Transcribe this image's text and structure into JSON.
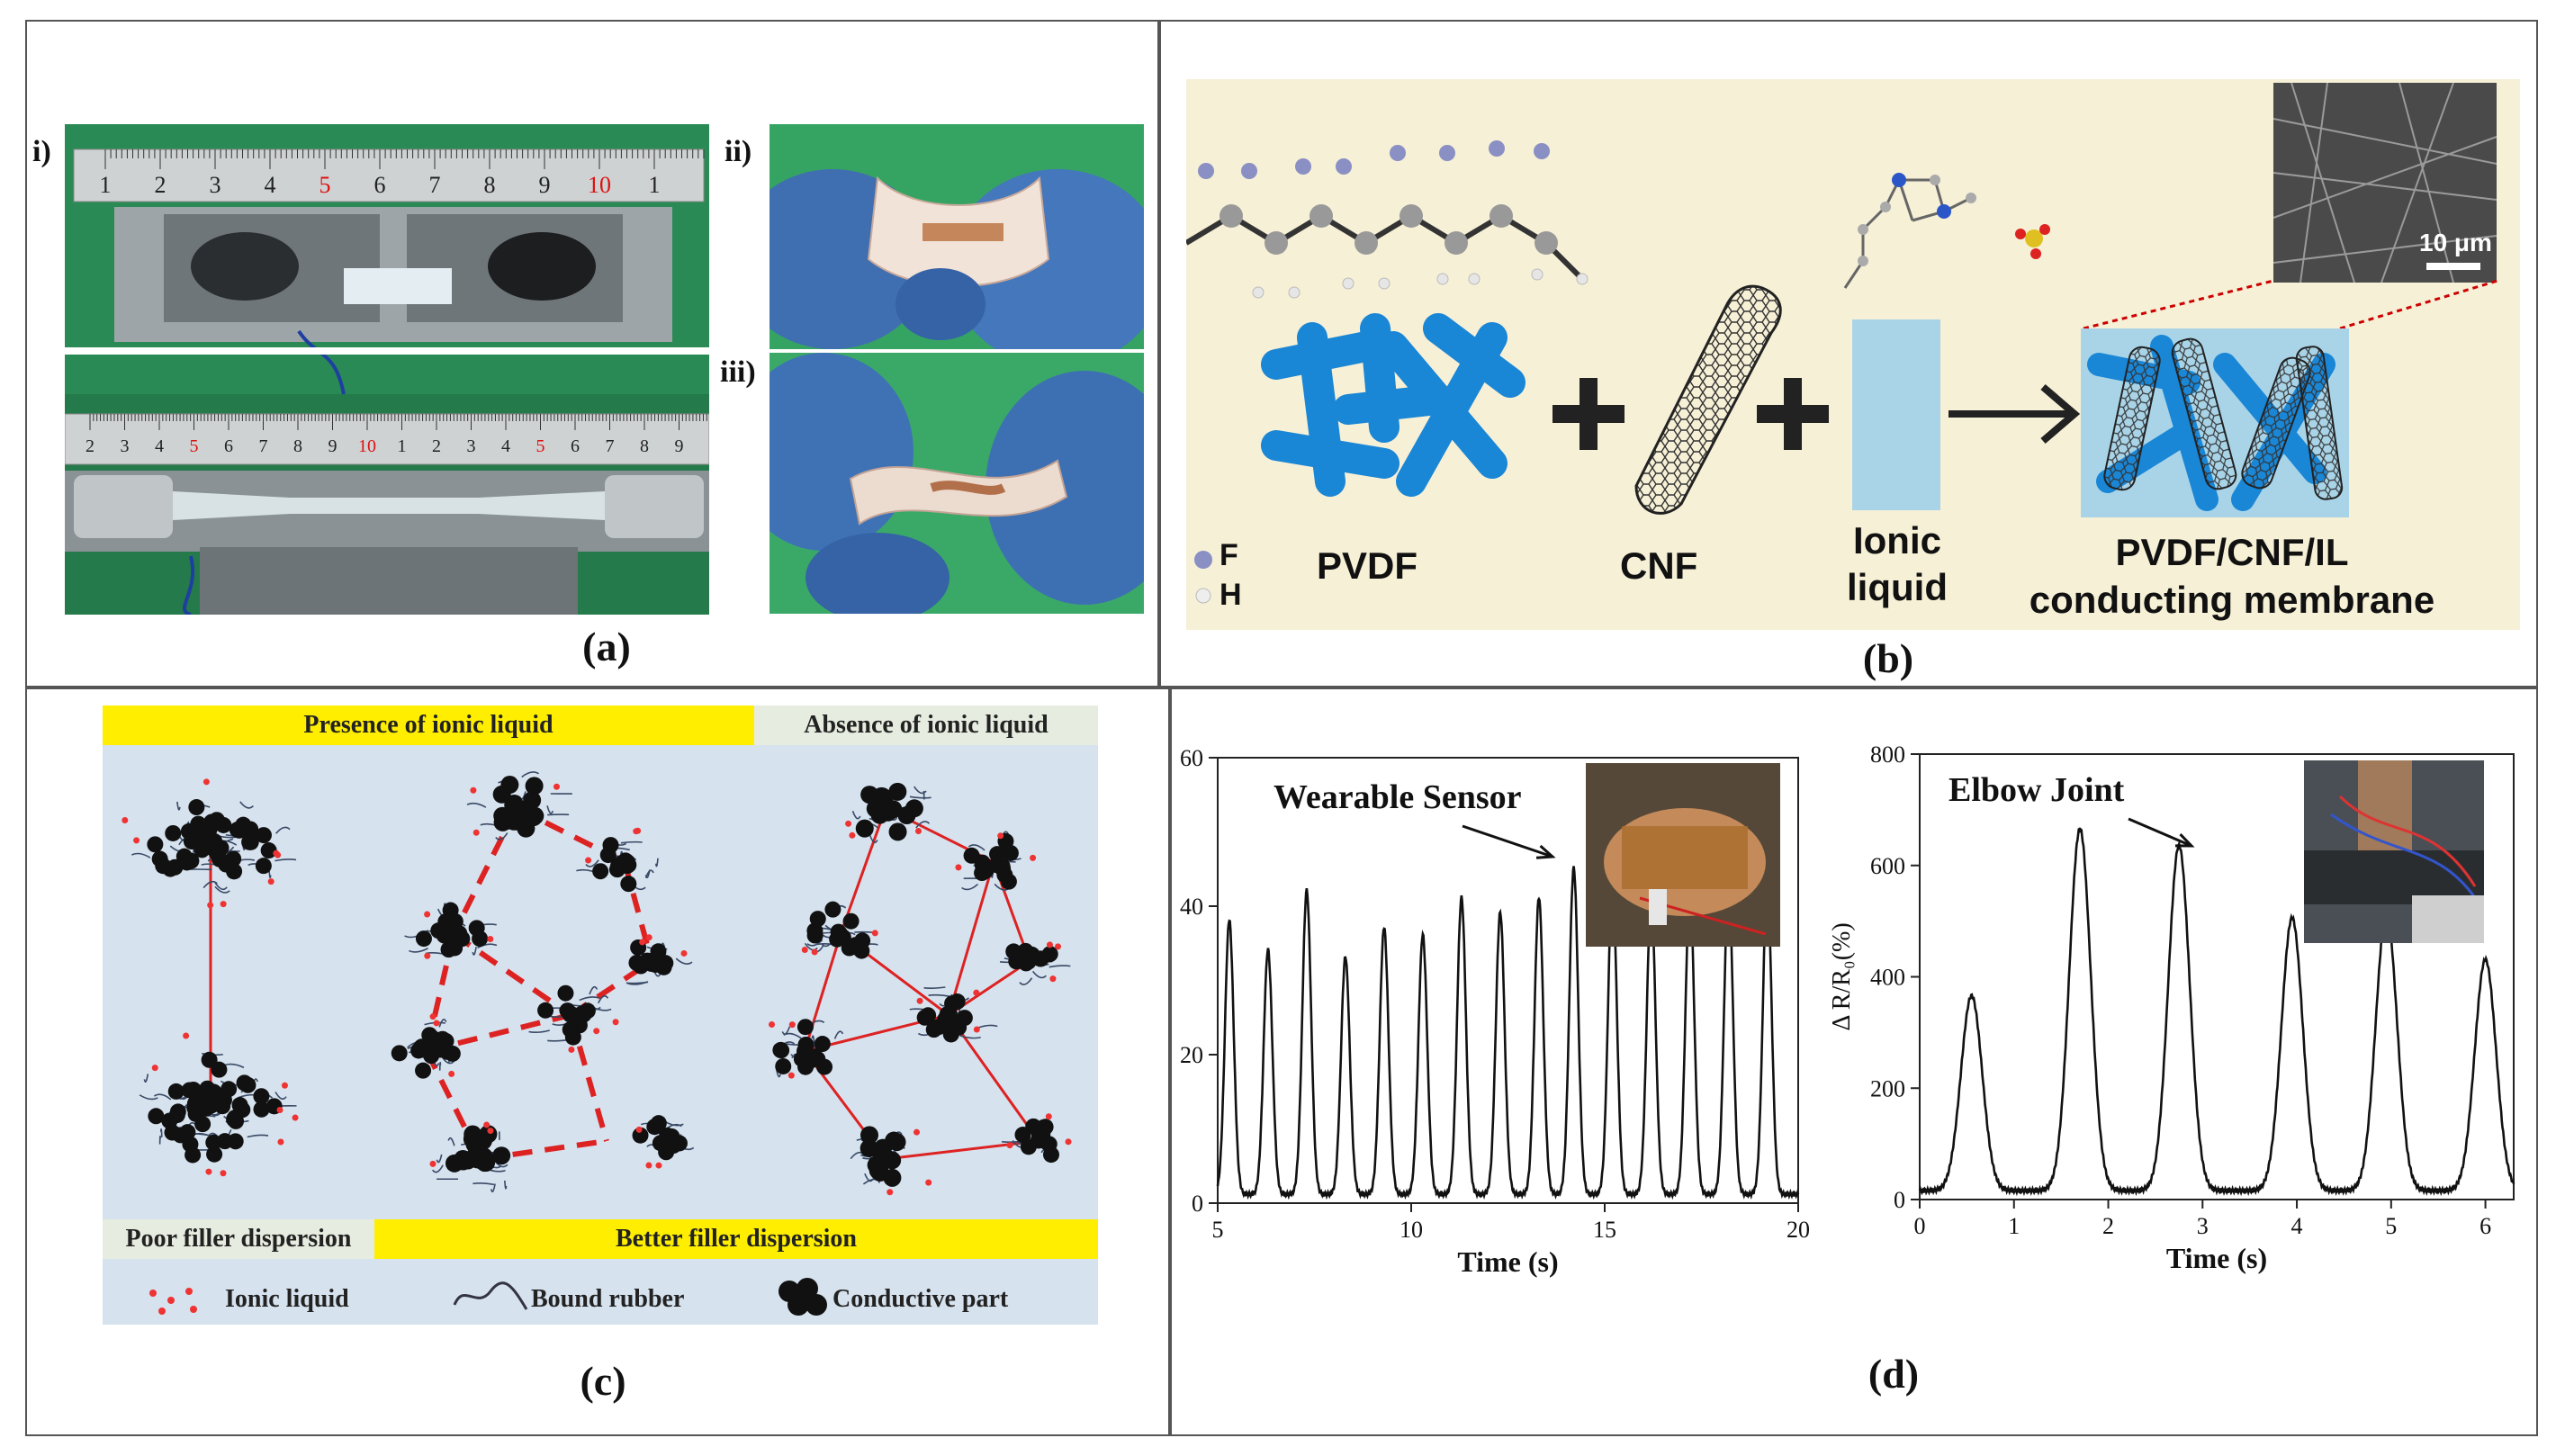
{
  "panel_a": {
    "caption": "(a)",
    "labels": [
      "i)",
      "ii)",
      "iii)"
    ],
    "ruler_top_numbers": [
      "1",
      "2",
      "3",
      "4",
      "5",
      "6",
      "7",
      "8",
      "9",
      "10",
      "1"
    ],
    "ruler_bottom_numbers": [
      "2",
      "3",
      "4",
      "5",
      "6",
      "7",
      "8",
      "9",
      "10",
      "1",
      "2",
      "3",
      "4",
      "5",
      "6",
      "7",
      "8",
      "9"
    ]
  },
  "panel_b": {
    "caption": "(b)",
    "atom_f": "F",
    "atom_h": "H",
    "pvdf": "PVDF",
    "cnf": "CNF",
    "ionic_liquid": "Ionic liquid",
    "product_line1": "PVDF/CNF/IL",
    "product_line2": "conducting membrane",
    "scale_bar": "10 μm"
  },
  "panel_c": {
    "caption": "(c)",
    "presence": "Presence of ionic liquid",
    "absence": "Absence of ionic liquid",
    "poor": "Poor filler dispersion",
    "better": "Better filler dispersion",
    "legend_il": "Ionic liquid",
    "legend_rubber": "Bound rubber",
    "legend_conductive": "Conductive part"
  },
  "panel_d": {
    "caption": "(d)",
    "colors": {
      "line": "#111111"
    },
    "chart_data": [
      {
        "type": "line",
        "annotation": "Wearable Sensor",
        "xlabel": "Time (s)",
        "ylabel": "",
        "xlim": [
          5,
          20
        ],
        "ylim": [
          0,
          60
        ],
        "xticks": [
          "5",
          "10",
          "15",
          "20"
        ],
        "yticks": [
          "0",
          "20",
          "40",
          "60"
        ],
        "peaks": [
          {
            "t": 5.3,
            "v": 37
          },
          {
            "t": 6.3,
            "v": 33
          },
          {
            "t": 7.3,
            "v": 41
          },
          {
            "t": 8.3,
            "v": 32
          },
          {
            "t": 9.3,
            "v": 36
          },
          {
            "t": 10.3,
            "v": 35
          },
          {
            "t": 11.3,
            "v": 40
          },
          {
            "t": 12.3,
            "v": 38
          },
          {
            "t": 13.3,
            "v": 40
          },
          {
            "t": 14.2,
            "v": 44
          },
          {
            "t": 15.2,
            "v": 42
          },
          {
            "t": 16.2,
            "v": 40
          },
          {
            "t": 17.2,
            "v": 41
          },
          {
            "t": 18.2,
            "v": 42
          },
          {
            "t": 19.2,
            "v": 42
          }
        ]
      },
      {
        "type": "line",
        "annotation": "Elbow Joint",
        "xlabel": "Time (s)",
        "ylabel": "Δ R/R₀(%)",
        "xlim": [
          0,
          6.3
        ],
        "ylim": [
          0,
          800
        ],
        "xticks": [
          "0",
          "1",
          "2",
          "3",
          "4",
          "5",
          "6"
        ],
        "yticks": [
          "0",
          "200",
          "400",
          "600",
          "800"
        ],
        "peaks": [
          {
            "t": 0.55,
            "v": 350
          },
          {
            "t": 1.7,
            "v": 650
          },
          {
            "t": 2.75,
            "v": 620
          },
          {
            "t": 3.95,
            "v": 490
          },
          {
            "t": 4.95,
            "v": 500
          },
          {
            "t": 6.0,
            "v": 415
          }
        ]
      }
    ]
  }
}
